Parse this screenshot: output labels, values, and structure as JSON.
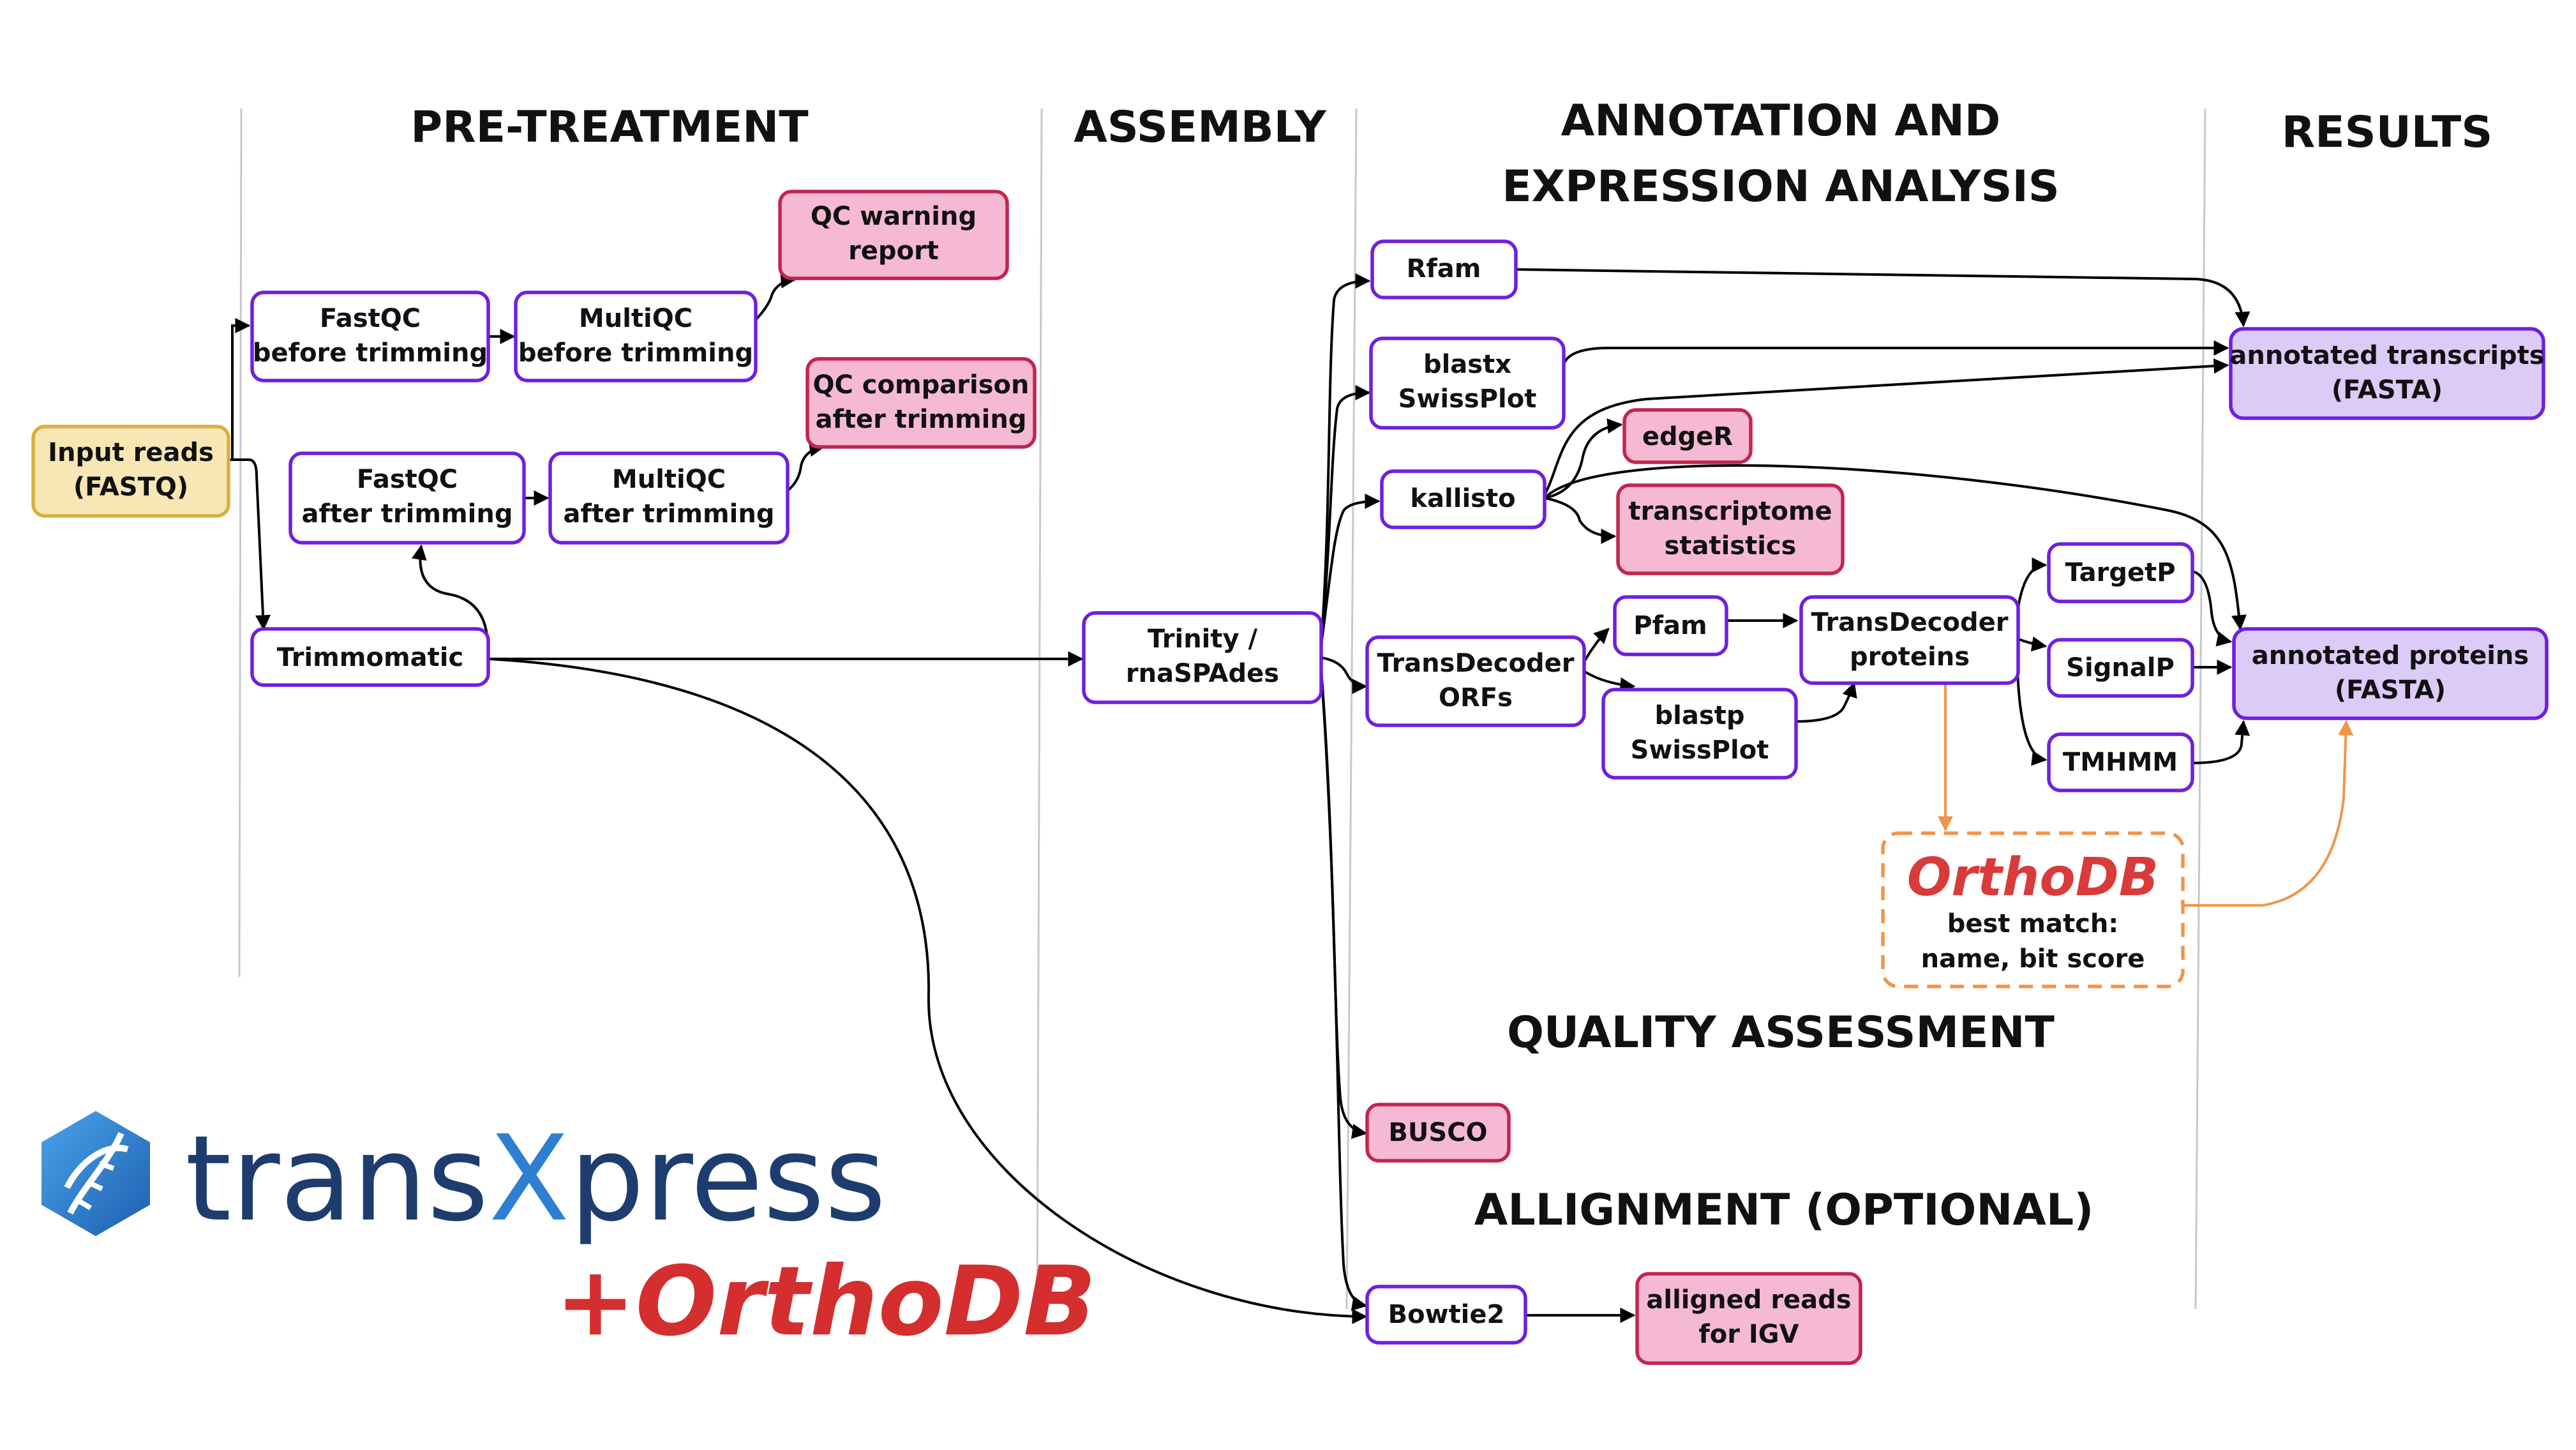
{
  "headers": {
    "pretreatment": "PRE-TREATMENT",
    "assembly": "ASSEMBLY",
    "annotation_line1": "ANNOTATION AND",
    "annotation_line2": "EXPRESSION ANALYSIS",
    "results": "RESULTS",
    "quality": "QUALITY ASSESSMENT",
    "alignment": "ALLIGNMENT (OPTIONAL)"
  },
  "nodes": {
    "input_reads": [
      "Input reads",
      "(FASTQ)"
    ],
    "fastqc_before": [
      "FastQC",
      "before trimming"
    ],
    "multiqc_before": [
      "MultiQC",
      "before trimming"
    ],
    "qc_warning": [
      "QC warning",
      "report"
    ],
    "fastqc_after": [
      "FastQC",
      "after trimming"
    ],
    "multiqc_after": [
      "MultiQC",
      "after trimming"
    ],
    "qc_comparison": [
      "QC comparison",
      "after trimming"
    ],
    "trimmomatic": [
      "Trimmomatic"
    ],
    "trinity": [
      "Trinity /",
      "rnaSPAdes"
    ],
    "rfam": [
      "Rfam"
    ],
    "blastx": [
      "blastx",
      "SwissPlot"
    ],
    "kallisto": [
      "kallisto"
    ],
    "edger": [
      "edgeR"
    ],
    "transcriptome_stats": [
      "transcriptome",
      "statistics"
    ],
    "transdecoder_orfs": [
      "TransDecoder",
      "ORFs"
    ],
    "pfam": [
      "Pfam"
    ],
    "blastp": [
      "blastp",
      "SwissPlot"
    ],
    "transdecoder_proteins": [
      "TransDecoder",
      "proteins"
    ],
    "targetp": [
      "TargetP"
    ],
    "signalp": [
      "SignalP"
    ],
    "tmhmm": [
      "TMHMM"
    ],
    "annotated_transcripts": [
      "annotated transcripts",
      "(FASTA)"
    ],
    "annotated_proteins": [
      "annotated proteins",
      "(FASTA)"
    ],
    "busco": [
      "BUSCO"
    ],
    "bowtie2": [
      "Bowtie2"
    ],
    "alligned_reads": [
      "alligned reads",
      "for IGV"
    ]
  },
  "orthodb_box": {
    "title": "OrthoDB",
    "line1": "best match:",
    "line2": "name, bit score"
  },
  "logo": {
    "name_part1": "trans",
    "name_part2": "X",
    "name_part3": "press",
    "plus": "+OrthoDB"
  },
  "colors": {
    "purple_border": "#6f1fe0",
    "pink_fill": "#f6b9d3",
    "pink_border": "#c2254f",
    "input_fill": "#f8e6b4",
    "input_border": "#d8b040",
    "results_fill": "#dccaf7",
    "orthodb_orange": "#f0954a",
    "orthodb_red": "#d93a3a",
    "logo_navy": "#1e3d6e",
    "logo_blue": "#2f7fd0"
  }
}
